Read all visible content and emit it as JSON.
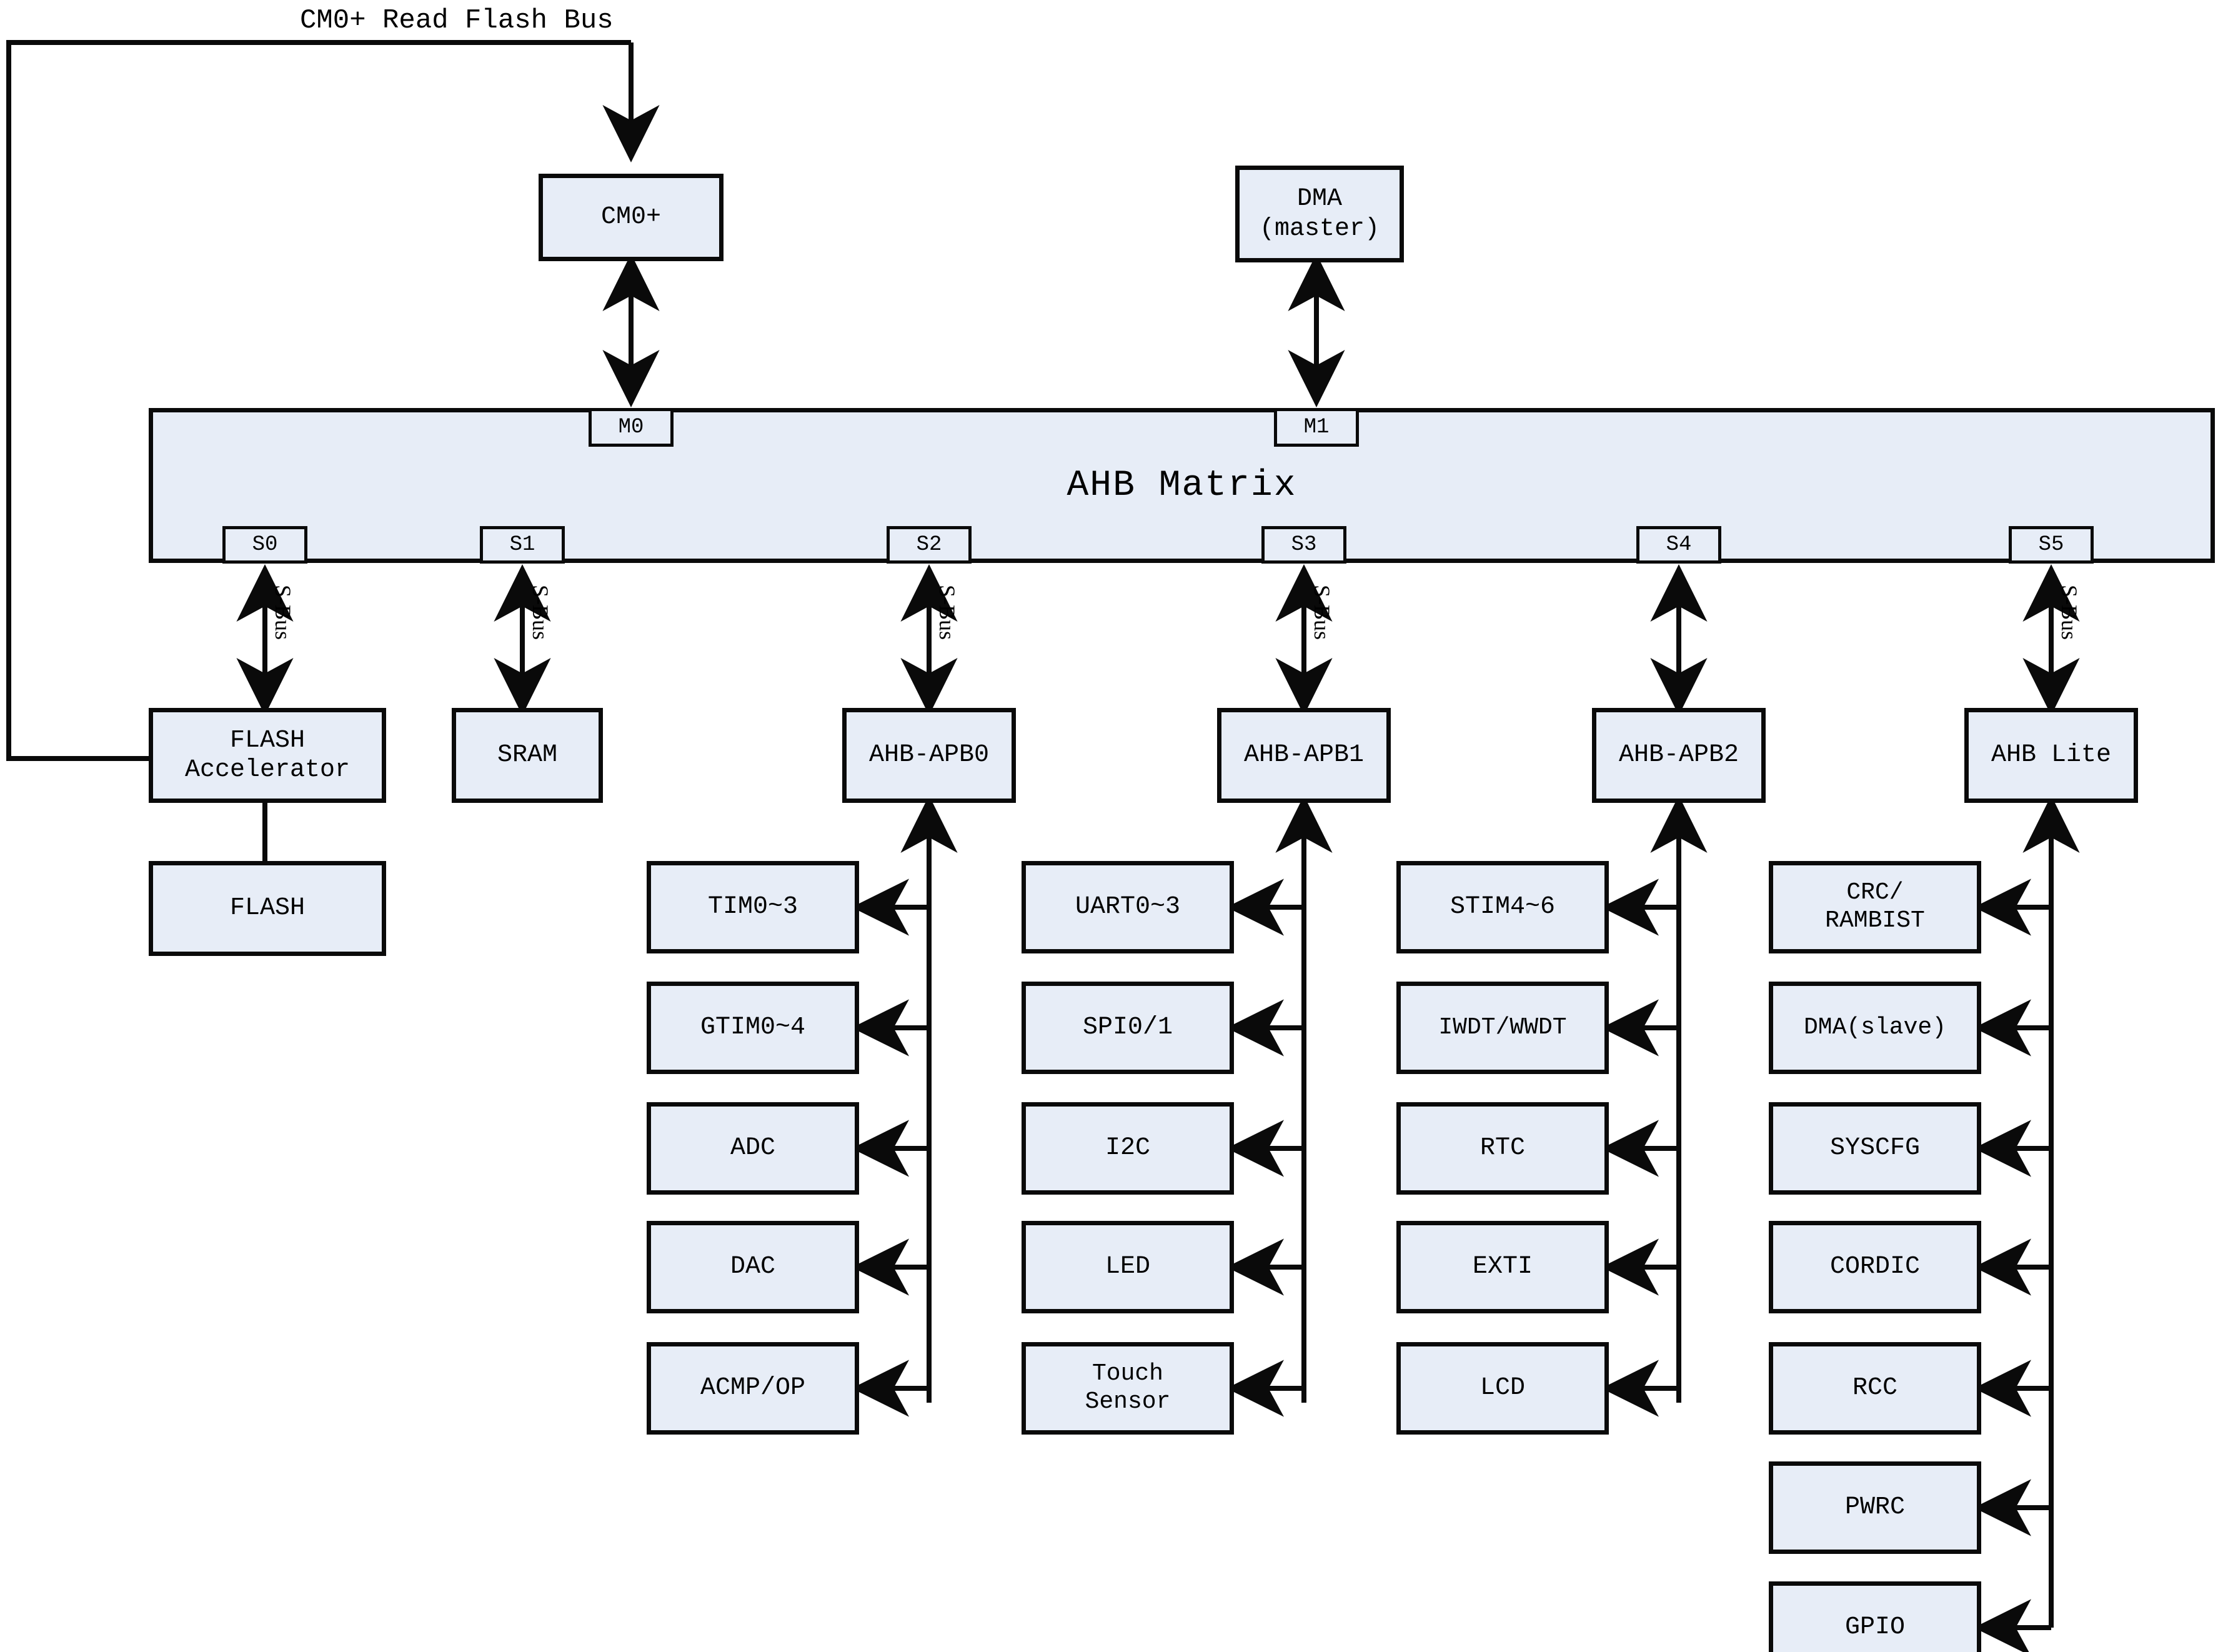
{
  "diagram": {
    "title_label": "CM0+ Read Flash Bus",
    "matrix": {
      "label": "AHB Matrix"
    },
    "colors": {
      "box_fill": "#e7edf7",
      "stroke": "#0a0a0a",
      "background": "#ffffff"
    },
    "masters": [
      {
        "id": "cm0p",
        "label": "CM0+"
      },
      {
        "id": "dma_master",
        "label": "DMA\n(master)"
      }
    ],
    "master_ports": [
      {
        "id": "m0",
        "label": "M0"
      },
      {
        "id": "m1",
        "label": "M1"
      }
    ],
    "slave_ports": [
      {
        "id": "s0",
        "label": "S0"
      },
      {
        "id": "s1",
        "label": "S1"
      },
      {
        "id": "s2",
        "label": "S2"
      },
      {
        "id": "s3",
        "label": "S3"
      },
      {
        "id": "s4",
        "label": "S4"
      },
      {
        "id": "s5",
        "label": "S5"
      }
    ],
    "bus_labels": [
      {
        "id": "sbus0",
        "label": "S-Bus"
      },
      {
        "id": "sbus1",
        "label": "S-Bus"
      },
      {
        "id": "sbus2",
        "label": "S-Bus"
      },
      {
        "id": "sbus3",
        "label": "S-Bus"
      },
      {
        "id": "sbus5",
        "label": "S-Bus"
      }
    ],
    "slaves": [
      {
        "id": "flash_accel",
        "label": "FLASH\nAccelerator"
      },
      {
        "id": "sram",
        "label": "SRAM"
      },
      {
        "id": "ahb_apb0",
        "label": "AHB-APB0"
      },
      {
        "id": "ahb_apb1",
        "label": "AHB-APB1"
      },
      {
        "id": "ahb_apb2",
        "label": "AHB-APB2"
      },
      {
        "id": "ahb_lite",
        "label": "AHB Lite"
      }
    ],
    "memory": [
      {
        "id": "flash",
        "label": "FLASH"
      }
    ],
    "peripheral_columns": [
      {
        "bridge": "ahb_apb0",
        "items": [
          {
            "id": "tim0_3",
            "label": "TIM0~3"
          },
          {
            "id": "gtim0_4",
            "label": "GTIM0~4"
          },
          {
            "id": "adc",
            "label": "ADC"
          },
          {
            "id": "dac",
            "label": "DAC"
          },
          {
            "id": "acmp_op",
            "label": "ACMP/OP"
          }
        ]
      },
      {
        "bridge": "ahb_apb1",
        "items": [
          {
            "id": "uart0_3",
            "label": "UART0~3"
          },
          {
            "id": "spi0_1",
            "label": "SPI0/1"
          },
          {
            "id": "i2c",
            "label": "I2C"
          },
          {
            "id": "led",
            "label": "LED"
          },
          {
            "id": "touch_sensor",
            "label": "Touch\nSensor"
          }
        ]
      },
      {
        "bridge": "ahb_apb2",
        "items": [
          {
            "id": "stim4_6",
            "label": "STIM4~6"
          },
          {
            "id": "iwdt_wwdt",
            "label": "IWDT/WWDT"
          },
          {
            "id": "rtc",
            "label": "RTC"
          },
          {
            "id": "exti",
            "label": "EXTI"
          },
          {
            "id": "lcd",
            "label": "LCD"
          }
        ]
      },
      {
        "bridge": "ahb_lite",
        "items": [
          {
            "id": "crc_rambist",
            "label": "CRC/\nRAMBIST"
          },
          {
            "id": "dma_slave",
            "label": "DMA(slave)"
          },
          {
            "id": "syscfg",
            "label": "SYSCFG"
          },
          {
            "id": "cordic",
            "label": "CORDIC"
          },
          {
            "id": "rcc",
            "label": "RCC"
          },
          {
            "id": "pwrc",
            "label": "PWRC"
          },
          {
            "id": "gpio",
            "label": "GPIO"
          }
        ]
      }
    ]
  }
}
